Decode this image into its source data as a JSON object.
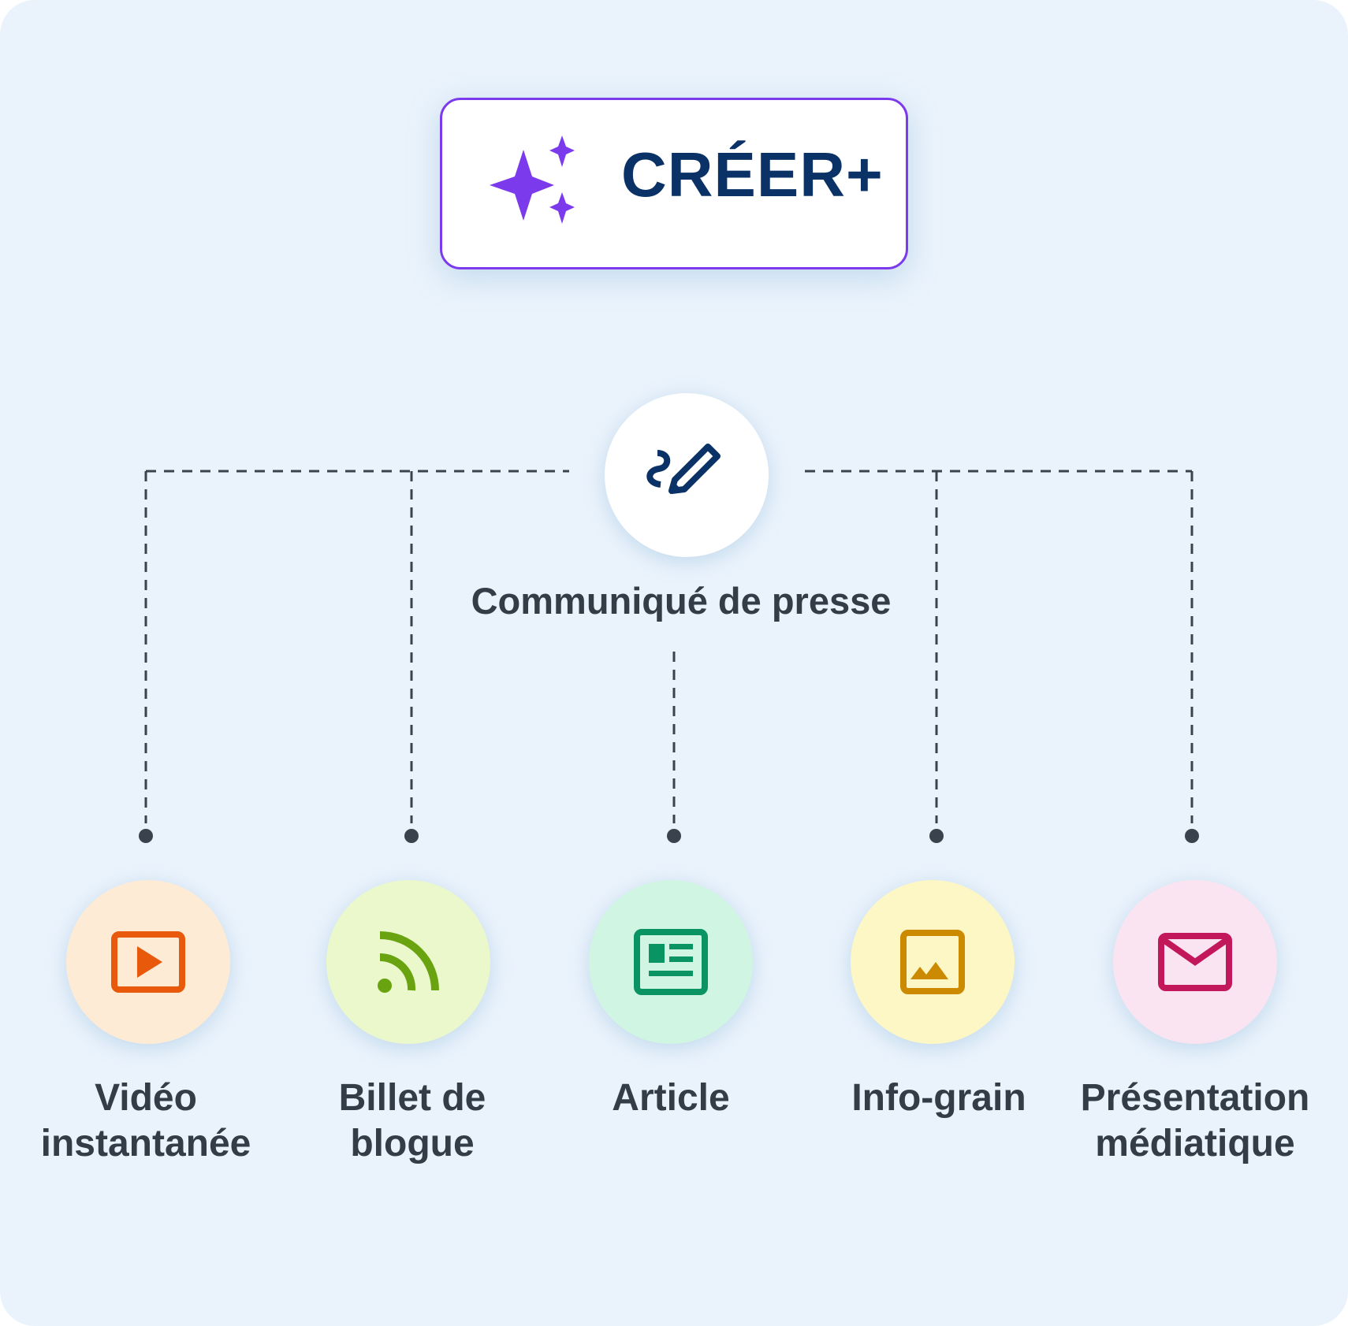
{
  "header": {
    "title": "CRÉER+",
    "icon": "sparkles-icon",
    "accent": "#7C3AED"
  },
  "source": {
    "label": "Communiqué de presse",
    "icon": "pen-signature-icon"
  },
  "outputs": [
    {
      "label_line1": "Vidéo",
      "label_line2": "instantanée",
      "icon": "video-play-icon",
      "color": "#E8590C",
      "bg": "#FDEBD6"
    },
    {
      "label_line1": "Billet de",
      "label_line2": "blogue",
      "icon": "rss-feed-icon",
      "color": "#6AA310",
      "bg": "#EAF8CB"
    },
    {
      "label_line1": "Article",
      "label_line2": "",
      "icon": "newspaper-icon",
      "color": "#0A9464",
      "bg": "#D0F5E3"
    },
    {
      "label_line1": "Info-grain",
      "label_line2": "",
      "icon": "image-icon",
      "color": "#CC8A00",
      "bg": "#FCF7C5"
    },
    {
      "label_line1": "Présentation",
      "label_line2": "médiatique",
      "icon": "envelope-icon",
      "color": "#C2185B",
      "bg": "#FBE4F1"
    }
  ]
}
